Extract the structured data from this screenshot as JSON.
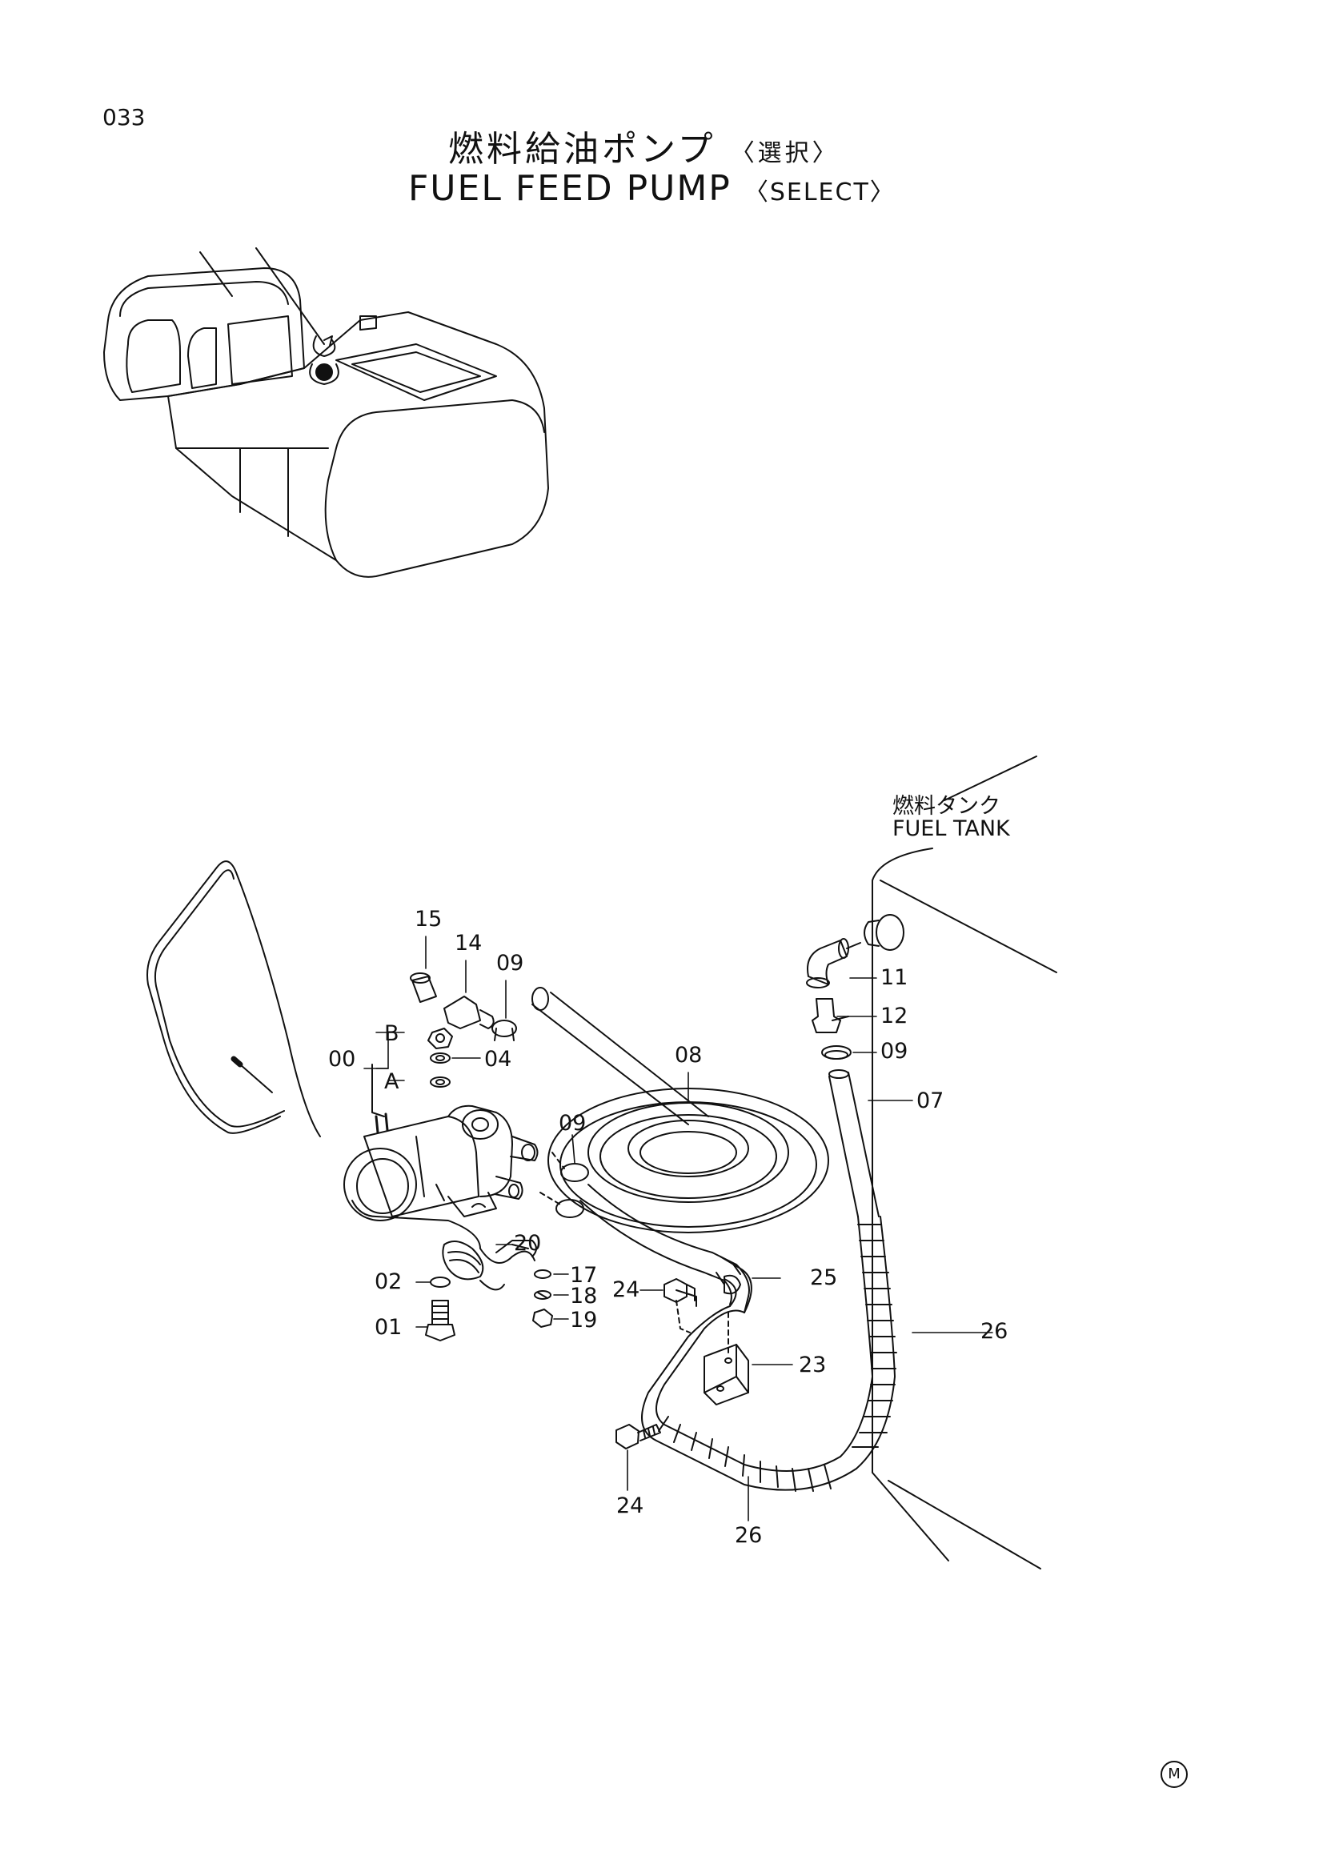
{
  "page_number": "033",
  "title": {
    "jp": "燃料給油ポンプ",
    "jp_select": "〈選択〉",
    "en": "FUEL FEED PUMP",
    "en_select": "〈SELECT〉"
  },
  "fuel_tank": {
    "jp": "燃料タンク",
    "en": "FUEL TANK"
  },
  "callouts": {
    "c15": "15",
    "c14": "14",
    "c09a": "09",
    "cB": "B",
    "c00": "00",
    "c04": "04",
    "cA": "A",
    "c08": "08",
    "c09b": "09",
    "c11": "11",
    "c12": "12",
    "c09c": "09",
    "c07": "07",
    "c20": "20",
    "c02": "02",
    "c17": "17",
    "c18": "18",
    "c01": "01",
    "c19": "19",
    "c24a": "24",
    "c25": "25",
    "c26a": "26",
    "c23": "23",
    "c24b": "24",
    "c26b": "26"
  },
  "mark": "M"
}
